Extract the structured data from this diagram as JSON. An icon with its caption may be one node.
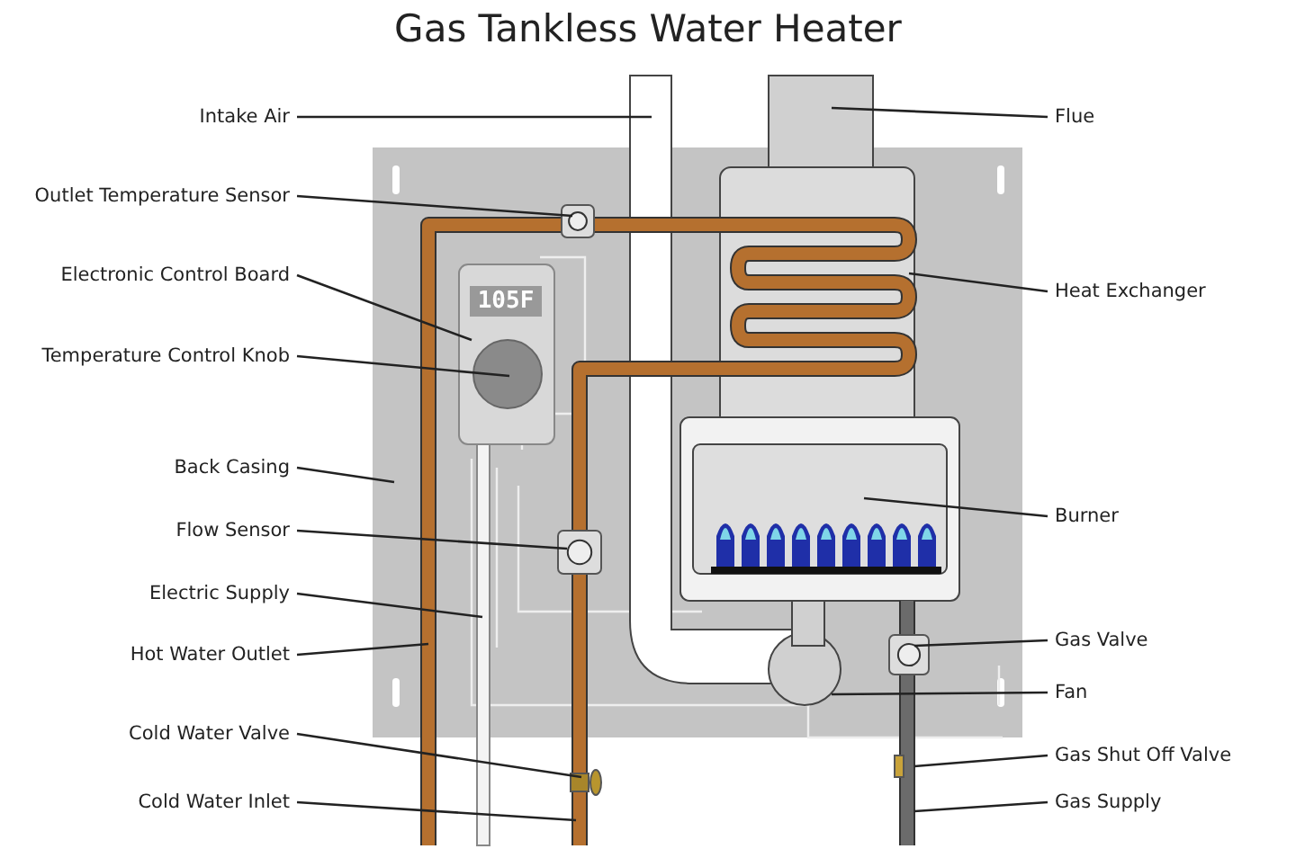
{
  "diagram": {
    "title": "Gas Tankless Water Heater",
    "nodes": [
      {
        "text": [
          "Intake Air"
        ]
      },
      {
        "text": [
          "Outlet Temperature Sensor"
        ]
      },
      {
        "text": [
          "Electronic Control Board"
        ]
      },
      {
        "text": [
          "Temperature Control Knob"
        ]
      },
      {
        "text": [
          "Back Casing"
        ]
      },
      {
        "text": [
          "Flow Sensor"
        ]
      },
      {
        "text": [
          "Electric Supply"
        ]
      },
      {
        "text": [
          "Hot Water Outlet"
        ]
      },
      {
        "text": [
          "Cold Water Valve"
        ]
      },
      {
        "text": [
          "Cold Water Inlet"
        ]
      },
      {
        "text": [
          "Flue"
        ]
      },
      {
        "text": [
          "Heat Exchanger"
        ]
      },
      {
        "text": [
          "Burner"
        ]
      },
      {
        "text": [
          "Gas Valve"
        ]
      },
      {
        "text": [
          "Fan"
        ]
      },
      {
        "text": [
          "Gas Shut Off Valve"
        ]
      },
      {
        "text": [
          "Gas Supply"
        ]
      }
    ],
    "edges": [
      {
        "from": 0,
        "to": null,
        "arrow": "none"
      },
      {
        "from": 1,
        "to": null,
        "arrow": "none"
      },
      {
        "from": 2,
        "to": null,
        "arrow": "none"
      },
      {
        "from": 3,
        "to": null,
        "arrow": "none"
      },
      {
        "from": 4,
        "to": null,
        "arrow": "none"
      },
      {
        "from": 5,
        "to": null,
        "arrow": "none"
      },
      {
        "from": 6,
        "to": null,
        "arrow": "none"
      },
      {
        "from": 7,
        "to": null,
        "arrow": "none"
      },
      {
        "from": 8,
        "to": null,
        "arrow": "none"
      },
      {
        "from": 9,
        "to": null,
        "arrow": "none"
      },
      {
        "from": 10,
        "to": null,
        "arrow": "none"
      },
      {
        "from": 11,
        "to": null,
        "arrow": "none"
      },
      {
        "from": 12,
        "to": null,
        "arrow": "none"
      },
      {
        "from": 13,
        "to": null,
        "arrow": "none"
      },
      {
        "from": 14,
        "to": null,
        "arrow": "none"
      },
      {
        "from": 15,
        "to": null,
        "arrow": "none"
      },
      {
        "from": 16,
        "to": null,
        "arrow": "none"
      }
    ],
    "labels": [
      "105F"
    ]
  }
}
